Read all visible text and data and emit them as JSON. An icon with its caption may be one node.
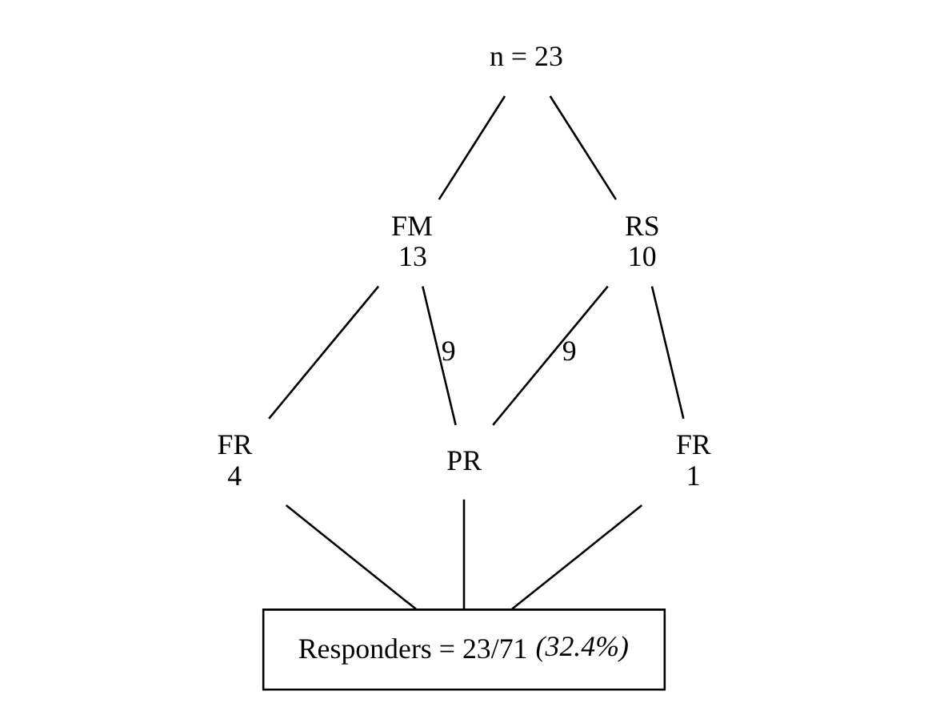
{
  "diagram": {
    "nodes": [
      {
        "text": [
          "n = 23"
        ]
      },
      {
        "text": [
          "FM",
          "13"
        ]
      },
      {
        "text": [
          "RS",
          "10"
        ]
      },
      {
        "text": [
          "FR",
          "4"
        ]
      },
      {
        "text": [
          "PR"
        ]
      },
      {
        "text": [
          "FR",
          "1"
        ]
      },
      {
        "text": [
          "Responders = 23/71 *(32.4%)*"
        ]
      }
    ],
    "edges": [
      {
        "from": 0,
        "to": 1,
        "arrow": "none"
      },
      {
        "from": 0,
        "to": 2,
        "arrow": "none"
      },
      {
        "from": 1,
        "to": 3,
        "arrow": "none"
      },
      {
        "from": 1,
        "to": 4,
        "arrow": "none",
        "label": "9"
      },
      {
        "from": 2,
        "to": 4,
        "arrow": "none",
        "label": "9"
      },
      {
        "from": 2,
        "to": 5,
        "arrow": "none"
      },
      {
        "from": 3,
        "to": 6,
        "arrow": "none"
      },
      {
        "from": 4,
        "to": 6,
        "arrow": "none"
      },
      {
        "from": 5,
        "to": 6,
        "arrow": "none"
      }
    ]
  }
}
